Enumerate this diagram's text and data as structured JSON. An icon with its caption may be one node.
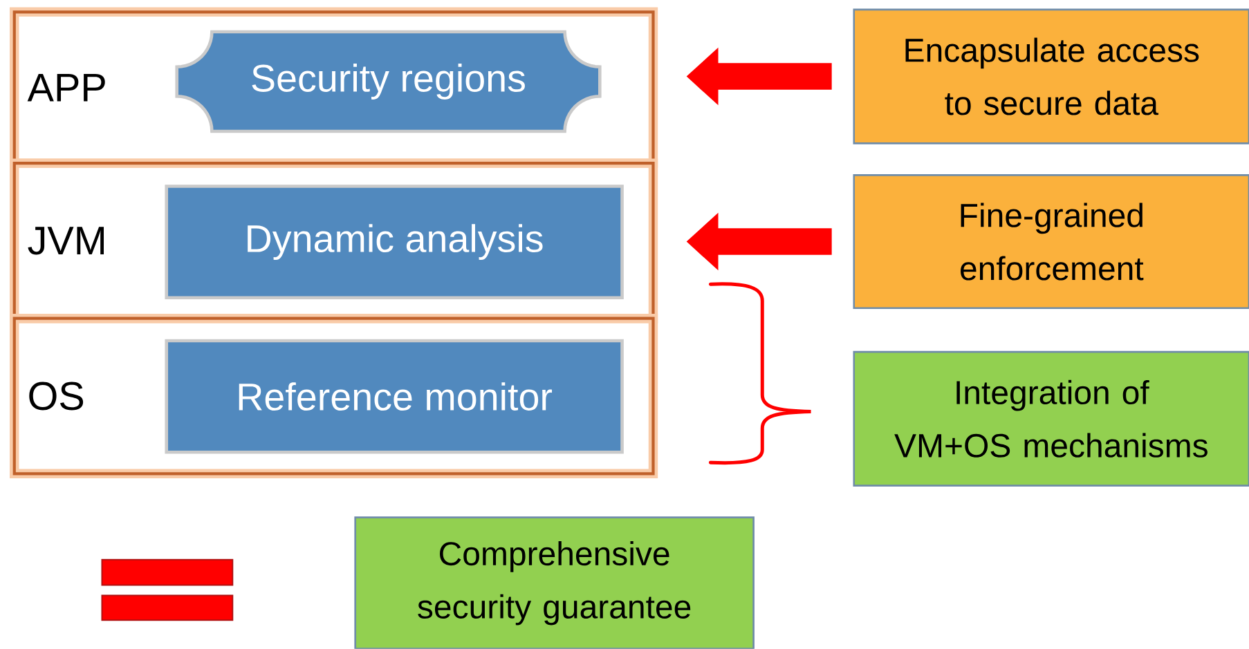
{
  "diagram": {
    "nodes": [
      {
        "text": [
          "APP"
        ]
      },
      {
        "text": [
          "Security regions"
        ],
        "in": 0
      },
      {
        "text": [
          "JVM"
        ]
      },
      {
        "text": [
          "Dynamic analysis"
        ],
        "in": 2
      },
      {
        "text": [
          "OS"
        ]
      },
      {
        "text": [
          "Reference monitor"
        ],
        "in": 4
      },
      {
        "text": [
          "Encapsulate access to secure data"
        ]
      },
      {
        "text": [
          "Fine-grained enforcement"
        ]
      },
      {
        "text": [
          "Integration of VM+OS mechanisms"
        ]
      },
      {
        "text": [
          "Comprehensive security guarantee"
        ]
      }
    ],
    "edges": [
      {
        "from": 6,
        "to": 0,
        "arrow": "to"
      },
      {
        "from": 7,
        "to": 2,
        "arrow": "to"
      }
    ]
  }
}
